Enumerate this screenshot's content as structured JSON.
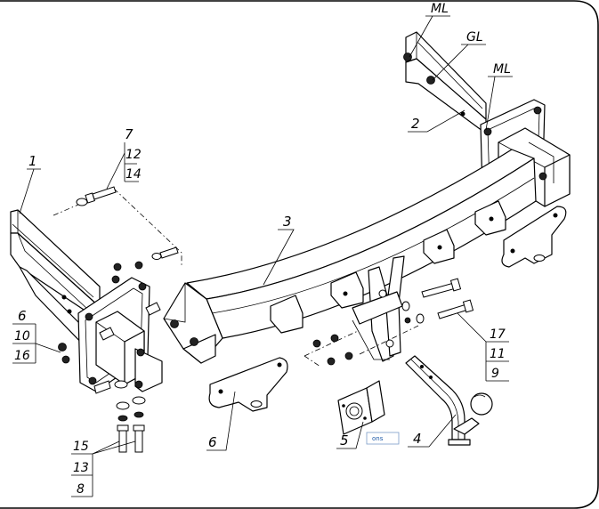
{
  "callouts": {
    "p1": "1",
    "p2": "2",
    "p3": "3",
    "p4": "4",
    "p5": "5",
    "p6_left": "6",
    "p6_bottom": "6",
    "p7": "7",
    "p8": "8",
    "p9": "9",
    "p10": "10",
    "p11": "11",
    "p12": "12",
    "p13": "13",
    "p14": "14",
    "p15": "15",
    "p16": "16",
    "p17": "17"
  },
  "codes": {
    "ml_top": "ML",
    "gl": "GL",
    "ml_right": "ML"
  },
  "badge": {
    "text": "ons"
  },
  "colors": {
    "line": "#000000",
    "badge": "#1e5aa8"
  }
}
